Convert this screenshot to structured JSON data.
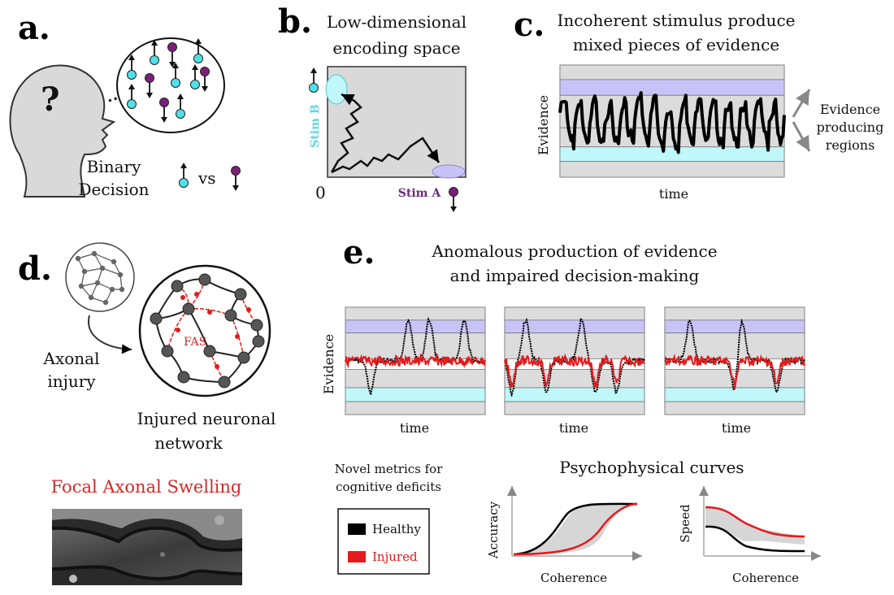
{
  "panels": {
    "a": {
      "letter": "a.",
      "question": "?",
      "binary_line1": "Binary",
      "binary_line2": "Decision",
      "vs": "vs"
    },
    "b": {
      "letter": "b.",
      "title_line1": "Low-dimensional",
      "title_line2": "encoding space",
      "stim_b": "Stim B",
      "stim_a": "Stim A",
      "origin": "0",
      "colors": {
        "stim_b": "#7fe8f0",
        "stim_a": "#b8a8e8"
      }
    },
    "c": {
      "letter": "c.",
      "title_line1": "Incoherent stimulus produce",
      "title_line2": "mixed pieces of evidence",
      "ylabel": "Evidence",
      "xlabel": "time",
      "side_line1": "Evidence",
      "side_line2": "producing",
      "side_line3": "regions"
    },
    "d": {
      "letter": "d.",
      "axonal_line1": "Axonal",
      "axonal_line2": "injury",
      "fas": "FAS",
      "network_line1": "Injured neuronal",
      "network_line2": "network",
      "focal_title": "Focal Axonal Swelling"
    },
    "e": {
      "letter": "e.",
      "title_line1": "Anomalous production of evidence",
      "title_line2": "and impaired decision-making",
      "ylabel": "Evidence",
      "xlabels": [
        "time",
        "time",
        "time"
      ],
      "metrics_line1": "Novel metrics for",
      "metrics_line2": "cognitive deficits",
      "psych_title": "Psychophysical curves",
      "legend": [
        {
          "label": "Healthy",
          "color": "#000000"
        },
        {
          "label": "Injured",
          "color": "#e41a1c"
        }
      ],
      "accuracy_label": "Accuracy",
      "speed_label": "Speed",
      "coherence_labels": [
        "Coherence",
        "Coherence"
      ]
    }
  },
  "colors": {
    "cyan": "#bff7fa",
    "purple": "#c8c3f7",
    "band_gray": "#dcdcdc",
    "red": "#e41a1c",
    "focal_red": "#d62728"
  }
}
